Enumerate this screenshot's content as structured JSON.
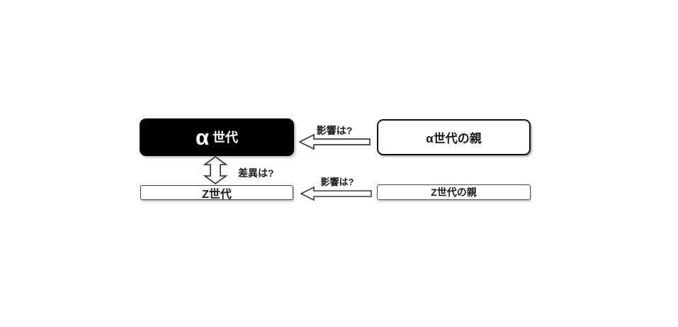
{
  "diagram": {
    "nodes": {
      "gen_alpha": {
        "symbol": "α",
        "suffix": "世代"
      },
      "gen_alpha_parent": {
        "label": "α世代の親"
      },
      "gen_z": {
        "label": "Z世代"
      },
      "gen_z_parent": {
        "label": "Z世代の親"
      }
    },
    "labels": {
      "influence_top": "影響は?",
      "influence_bottom": "影響は?",
      "difference": "差異は?"
    },
    "colors": {
      "background": "#ffffff",
      "black_box_fill": "#000000",
      "black_box_text": "#ffffff",
      "box_border_dark": "#111111",
      "box_border_gray": "#4a4a4a",
      "arrow_fill": "#ffffff",
      "arrow_stroke": "#3a3a3a",
      "label_text": "#1f1f1f"
    }
  }
}
